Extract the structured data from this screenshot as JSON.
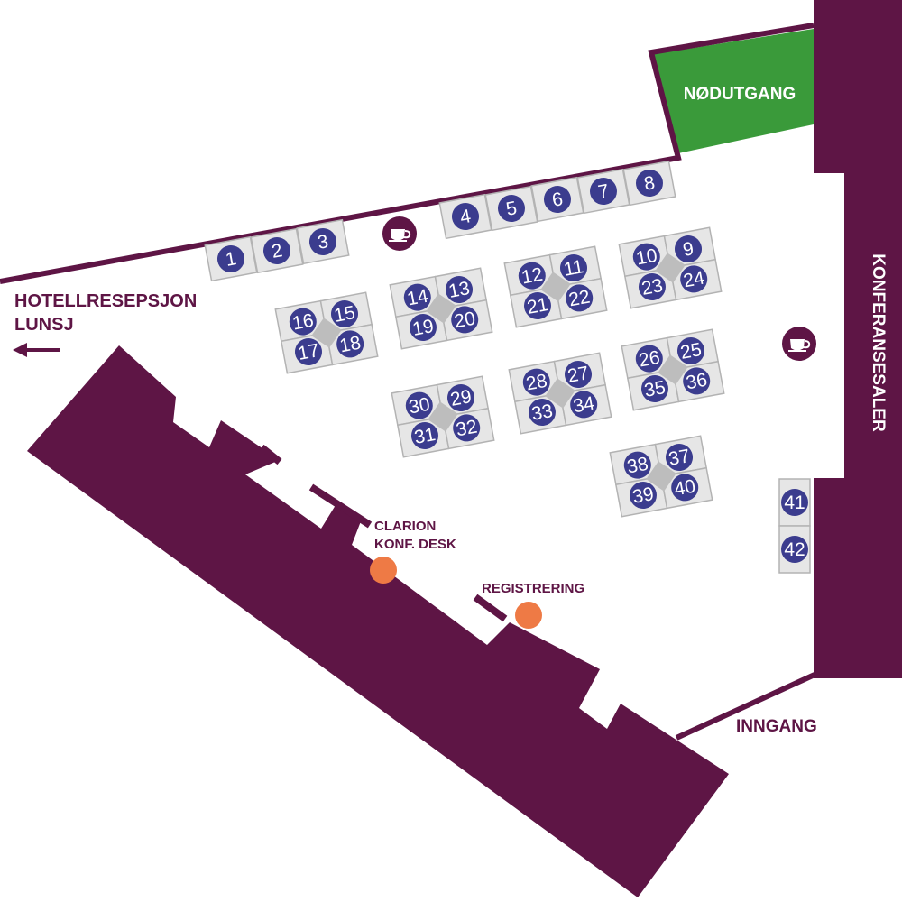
{
  "colors": {
    "wall": "#5e1545",
    "emergency": "#3a9a3a",
    "booth_fill": "#e6e6e6",
    "booth_stroke": "#b3b3b3",
    "badge": "#3b3c8e",
    "badge_text": "#ffffff",
    "marker": "#ee7a45",
    "text": "#5e1545"
  },
  "labels": {
    "emergency_exit": "NØDUTGANG",
    "hotel_reception": "HOTELLRESEPSJON",
    "lunch": "LUNSJ",
    "conference_halls": "KONFERANSESALER",
    "clarion_line1": "CLARION",
    "clarion_line2": "KONF. DESK",
    "registration": "REGISTRERING",
    "entrance": "INNGANG"
  },
  "icons": {
    "coffee": "coffee-cup-icon",
    "arrow": "arrow-left-icon"
  },
  "stands": [
    "1",
    "2",
    "3",
    "4",
    "5",
    "6",
    "7",
    "8",
    "9",
    "10",
    "11",
    "12",
    "13",
    "14",
    "15",
    "16",
    "17",
    "18",
    "19",
    "20",
    "21",
    "22",
    "23",
    "24",
    "25",
    "26",
    "27",
    "28",
    "29",
    "30",
    "31",
    "32",
    "33",
    "34",
    "35",
    "36",
    "37",
    "38",
    "39",
    "40",
    "41",
    "42"
  ]
}
